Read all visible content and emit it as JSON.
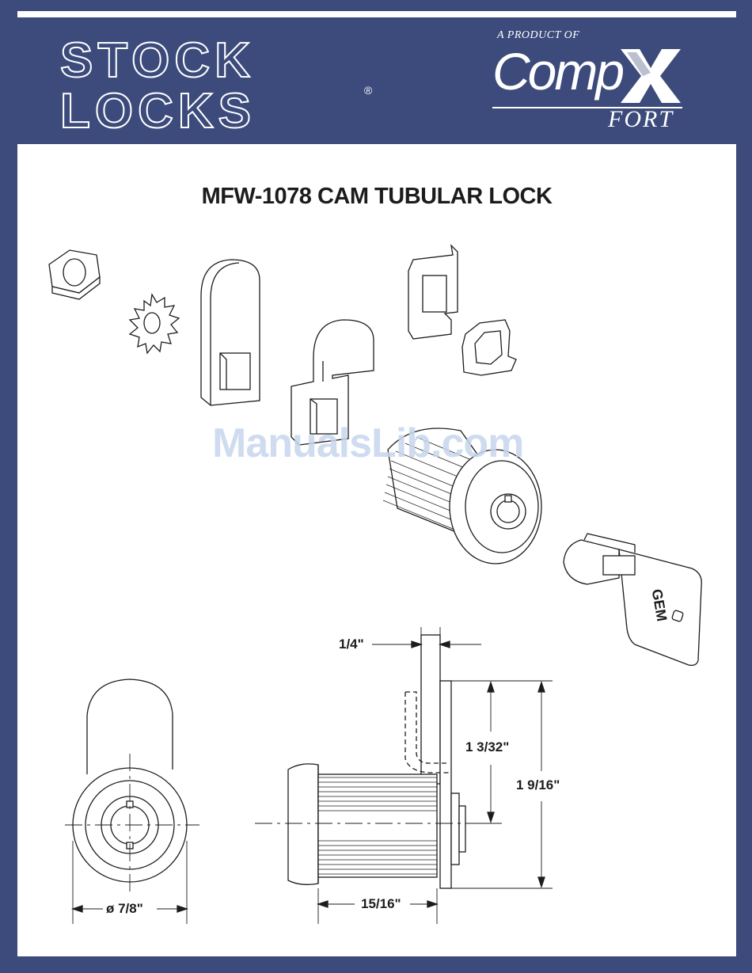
{
  "header": {
    "brand_line1": "STOCK",
    "brand_line2": "LOCKS",
    "registered_mark": "®",
    "tagline": "A PRODUCT OF",
    "partner_name": "Comp",
    "partner_sub": "FORT"
  },
  "document": {
    "title": "MFW-1078 CAM TUBULAR LOCK",
    "watermark": "ManualsLib.com"
  },
  "parts": {
    "key_engraving": "GEM"
  },
  "dimensions": {
    "cam_thickness": "1/4\"",
    "cam_length_short": "1 3/32\"",
    "cam_length_overall": "1 9/16\"",
    "body_diameter": "ø 7/8\"",
    "body_length": "15/16\""
  },
  "colors": {
    "frame": "#3c4b7b",
    "panel": "#ffffff",
    "ink": "#1c1c1c",
    "watermark": "#c7d7ee"
  }
}
